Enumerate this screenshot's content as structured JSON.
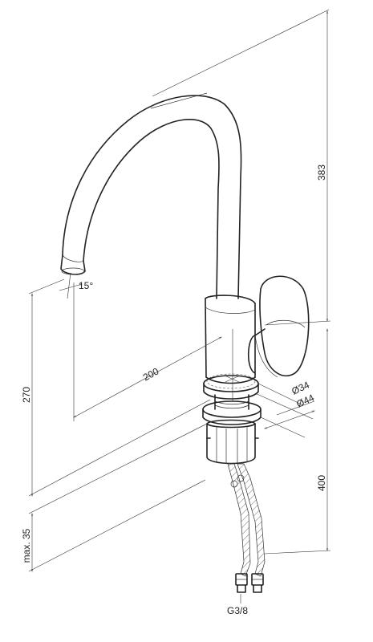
{
  "dimensions": {
    "total_height": "383",
    "spout_height": "270",
    "spout_reach": "200",
    "angle": "15°",
    "base_small_diameter": "Ø34",
    "base_large_diameter": "Ø44",
    "hose_length": "400",
    "max_thickness": "max. 35",
    "thread": "G3/8"
  }
}
